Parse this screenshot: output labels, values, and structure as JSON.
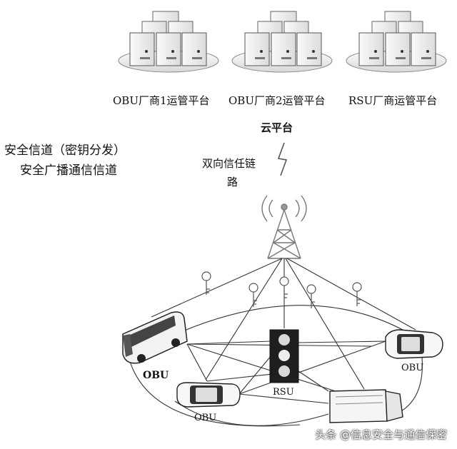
{
  "cloud": {
    "platforms": [
      {
        "label": "OBU厂商1运管平台"
      },
      {
        "label": "OBU厂商2运管平台"
      },
      {
        "label": "RSU厂商运管平台"
      }
    ],
    "title": "云平台"
  },
  "channels": {
    "line1": "安全信道（密钥分发）",
    "line2": "安全广播通信信道"
  },
  "link": {
    "line1": "双向信任链",
    "line2": "路"
  },
  "nodes": {
    "bus": "OBU",
    "car_left": "OBU",
    "car_right": "OBU",
    "traffic_light": "RSU"
  },
  "watermark": "头条 @信息安全与通信保密"
}
